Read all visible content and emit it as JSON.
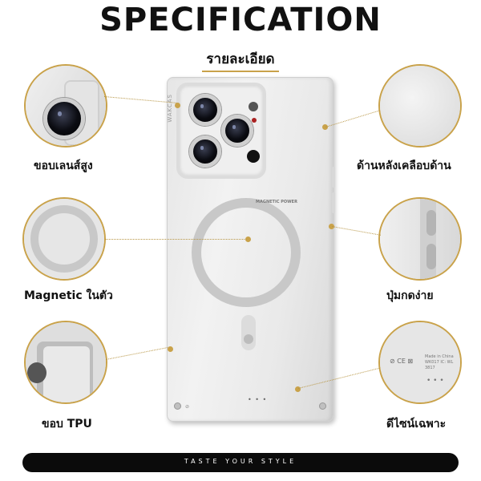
{
  "header": {
    "title": "SPECIFICATION",
    "subtitle": "รายละเอียด"
  },
  "features": [
    {
      "label": "ขอบเลนส์สูง",
      "icon": "lens-closeup-icon"
    },
    {
      "label": "Magnetic ในตัว",
      "icon": "magsafe-ring-icon"
    },
    {
      "label": "ขอบ TPU",
      "icon": "tpu-edge-icon"
    },
    {
      "label": "ด้านหลังเคลือบด้าน",
      "icon": "matte-texture-icon"
    },
    {
      "label": "ปุ่มกดง่าย",
      "icon": "side-buttons-icon"
    },
    {
      "label": "ดีไซน์เฉพาะ",
      "icon": "logo-marks-icon"
    }
  ],
  "product": {
    "brand": "WAKCAS",
    "magnetic_text": "MAGNETIC POWER",
    "marks": "Made in China  WK017  IC: WL 3817"
  },
  "footer": {
    "tagline": "TASTE YOUR STYLE"
  },
  "colors": {
    "accent": "#c9a24a",
    "footer_bg": "#0b0b0b"
  }
}
